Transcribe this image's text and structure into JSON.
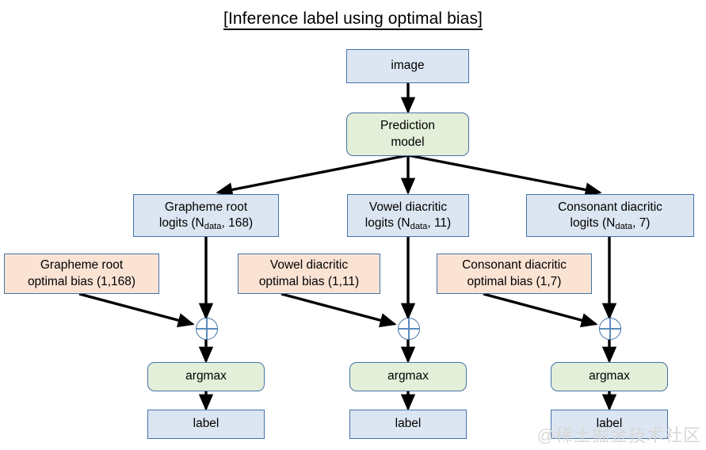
{
  "diagram": {
    "title": "[Inference label using optimal bias]",
    "watermark": "@稀土掘金技术社区",
    "colors": {
      "blue_fill": "#dce6f2",
      "green_fill": "#e3efd9",
      "peach_fill": "#fbe3d4",
      "border": "#4472a8",
      "arrow": "#000000",
      "watermark": "#d8d8d8"
    },
    "nodes": {
      "image": "image",
      "prediction_model": "Prediction\nmodel",
      "prediction_model_line1": "Prediction",
      "prediction_model_line2": "model",
      "grapheme_logits_line1": "Grapheme root",
      "grapheme_logits_line2_pre": "logits (N",
      "grapheme_logits_sub": "data",
      "grapheme_logits_line2_post": ", 168)",
      "vowel_logits_line1": "Vowel diacritic",
      "vowel_logits_line2_pre": "logits (N",
      "vowel_logits_sub": "data",
      "vowel_logits_line2_post": ", 11)",
      "consonant_logits_line1": "Consonant diacritic",
      "consonant_logits_line2_pre": "logits (N",
      "consonant_logits_sub": "data",
      "consonant_logits_line2_post": ", 7)",
      "grapheme_bias_line1": "Grapheme root",
      "grapheme_bias_line2": "optimal bias (1,168)",
      "vowel_bias_line1": "Vowel diacritic",
      "vowel_bias_line2": "optimal bias (1,11)",
      "consonant_bias_line1": "Consonant diacritic",
      "consonant_bias_line2": "optimal bias (1,7)",
      "argmax_left": "argmax",
      "argmax_center": "argmax",
      "argmax_right": "argmax",
      "label_left": "label",
      "label_center": "label",
      "label_right": "label",
      "add_symbol": "⊕"
    }
  }
}
